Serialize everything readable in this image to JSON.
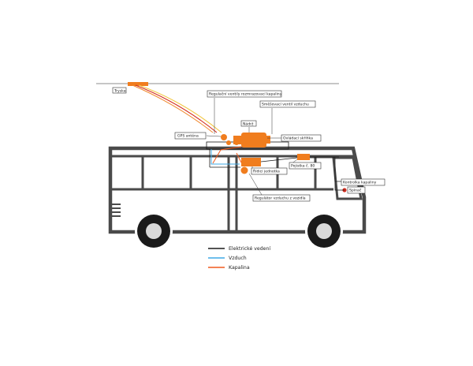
{
  "labels": {
    "tryska": "Tryska",
    "regulacni_ventily": "Regulační ventily rozmrazovací kapaliny",
    "smesovaci_ventil": "Směšovací ventil vzduchu",
    "nadrz": "Nádrž",
    "gps": "GPS anténa",
    "ovladaci_skrinka": "Ovládací skříňka",
    "ridici_jednotka": "Řídicí jednotka",
    "pojistka": "Pojistka č. 80",
    "kontrolka": "Kontrolka kapaliny",
    "spinac": "Spínač",
    "regulator_vzduchu": "Regulátor vzduchu z vozidla"
  },
  "legend": [
    {
      "label": "Elektrické vedení",
      "color": "#1a1a1a"
    },
    {
      "label": "Vzduch",
      "color": "#3fa9e6"
    },
    {
      "label": "Kapalina",
      "color": "#f05a1e"
    }
  ],
  "colors": {
    "bus_outline": "#4a4a4a",
    "component": "#f07d1e",
    "wire_yellow": "#f2c744",
    "wire_red": "#d22b1e",
    "wire_orange": "#f0872b"
  }
}
